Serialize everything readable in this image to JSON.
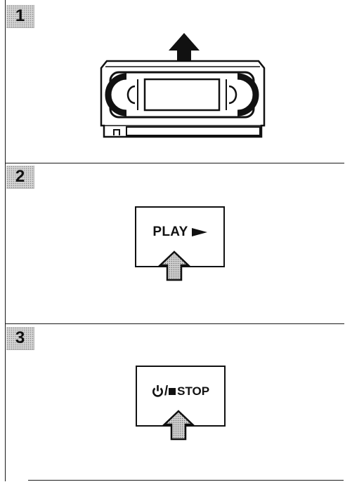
{
  "steps": [
    {
      "number": "1"
    },
    {
      "number": "2",
      "button_label": "PLAY"
    },
    {
      "number": "3",
      "button_label": "STOP"
    }
  ],
  "icons": {
    "step1": [
      "cassette-icon",
      "arrow-up-icon"
    ],
    "step2": [
      "play-triangle-icon",
      "press-arrow-icon"
    ],
    "step3": [
      "power-icon",
      "stop-square-icon",
      "press-arrow-icon"
    ]
  }
}
